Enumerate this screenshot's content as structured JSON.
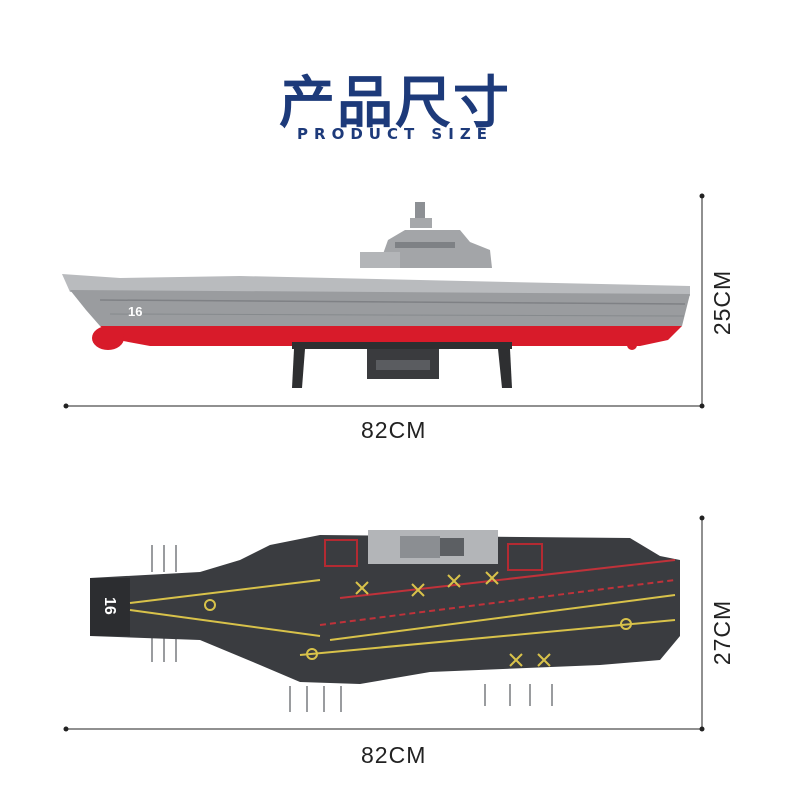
{
  "header": {
    "title_cn": "产品尺寸",
    "title_en": "PRODUCT SIZE"
  },
  "side_view": {
    "length_label": "82CM",
    "height_label": "25CM",
    "hull_number": "16"
  },
  "top_view": {
    "length_label": "82CM",
    "width_label": "27CM",
    "deck_number": "16"
  },
  "colors": {
    "title": "#1d3a7a",
    "hull_red": "#d81b2a",
    "hull_gray": "#9a9c9f",
    "deck_dark": "#3a3c40",
    "deck_line_yellow": "#d8c24a"
  }
}
